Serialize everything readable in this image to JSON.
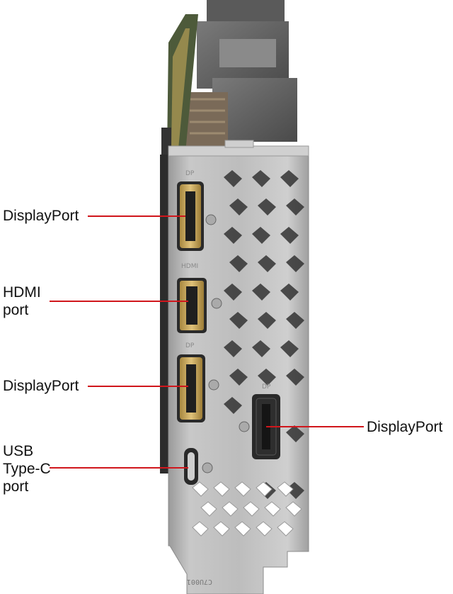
{
  "callouts": {
    "dp_top": {
      "lines": [
        "DisplayPort"
      ]
    },
    "hdmi": {
      "lines": [
        "HDMI",
        "port"
      ]
    },
    "dp_middle": {
      "lines": [
        "DisplayPort"
      ]
    },
    "usb_c": {
      "lines": [
        "USB",
        "Type-C",
        "port"
      ]
    },
    "dp_right": {
      "lines": [
        "DisplayPort"
      ]
    }
  },
  "bracket_marks": {
    "dp_top": "DP",
    "hdmi": "HDMI",
    "dp_middle": "DP",
    "dp_right": "DP",
    "bottom_code": "C7U001"
  },
  "colors": {
    "callout_line": "#d0161c",
    "bracket_metal": "#b9b9b9",
    "port_gold": "#c9a557",
    "heatsink": "#6b6b6b"
  }
}
